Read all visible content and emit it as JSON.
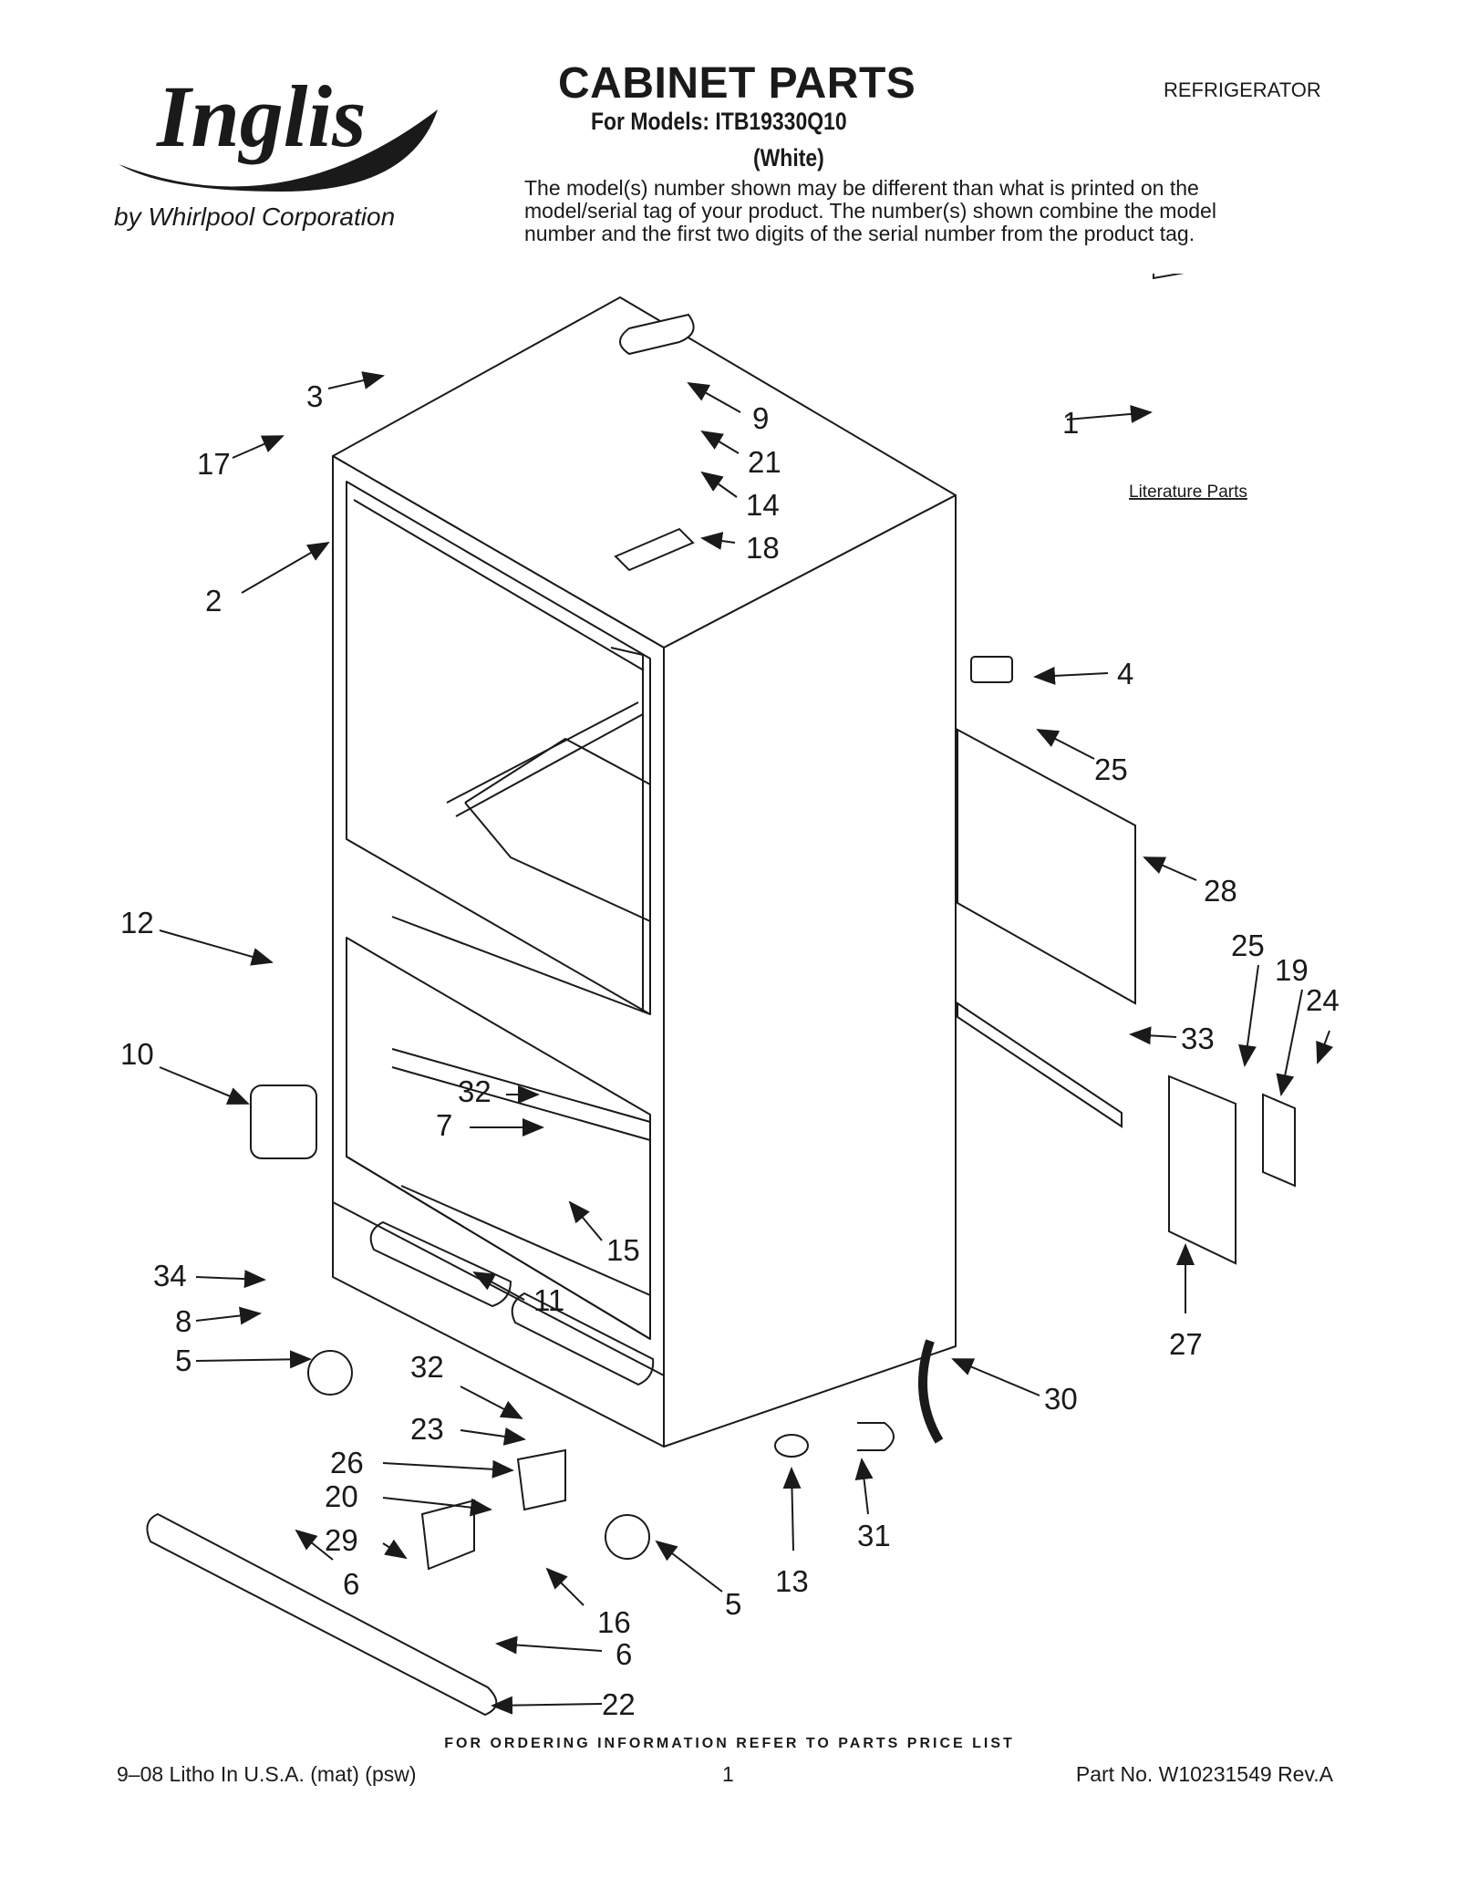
{
  "header": {
    "logo_text": "Inglis",
    "byline": "by Whirlpool Corporation",
    "title": "CABINET PARTS",
    "appliance_type": "REFRIGERATOR",
    "models_line": "For Models: ITB19330Q10",
    "color_line": "(White)",
    "disclaimer_lines": [
      "The model(s) number shown may be different than what is printed on the",
      "model/serial tag of your product. The number(s) shown combine the model",
      "number and the first two digits of the serial number from the product tag."
    ]
  },
  "diagram": {
    "literature_label": "Literature Parts",
    "callouts": [
      "3",
      "17",
      "9",
      "21",
      "14",
      "18",
      "2",
      "1",
      "4",
      "25",
      "28",
      "12",
      "10",
      "32",
      "7",
      "15",
      "11",
      "34",
      "8",
      "5",
      "33",
      "25",
      "19",
      "24",
      "27",
      "32",
      "23",
      "26",
      "20",
      "29",
      "6",
      "16",
      "5",
      "13",
      "31",
      "30",
      "6",
      "22"
    ]
  },
  "footer": {
    "ordering": "FOR ORDERING INFORMATION REFER TO PARTS PRICE LIST",
    "litho": "9–08 Litho In U.S.A. (mat) (psw)",
    "page": "1",
    "part_no": "Part No. W10231549 Rev.A"
  }
}
